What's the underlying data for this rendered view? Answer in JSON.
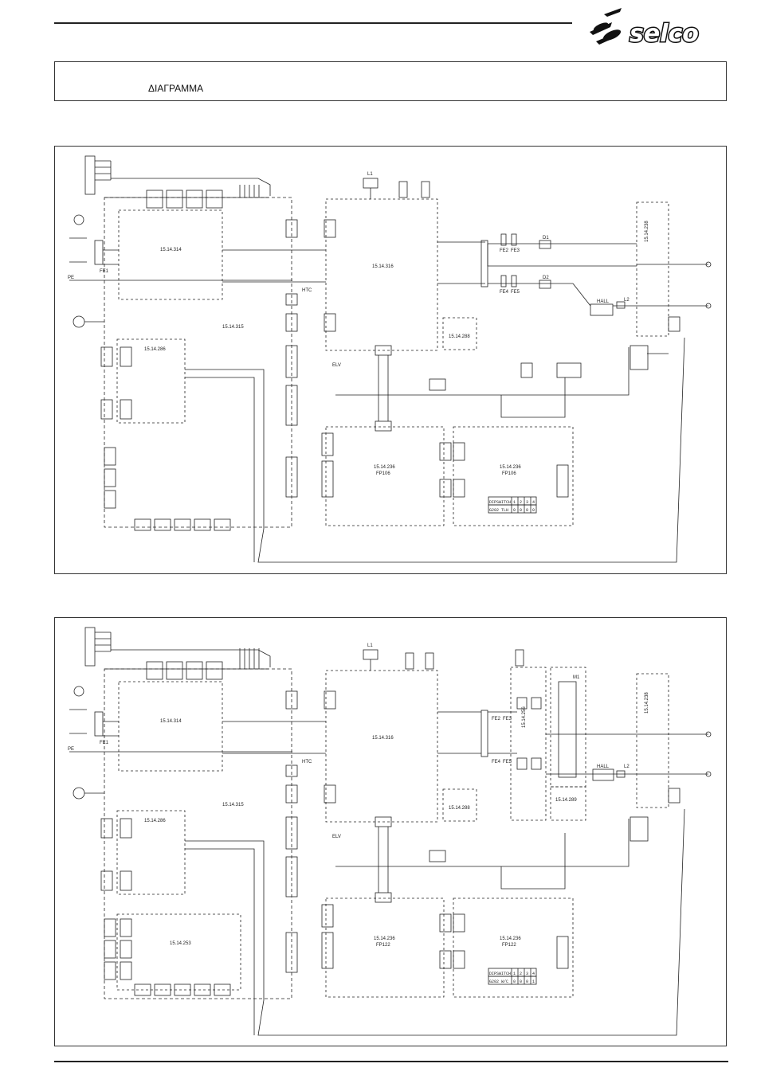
{
  "header": {
    "logo_text": "selco",
    "title": "ΔΙΑΓΡΑΜΜΑ"
  },
  "diagrams": [
    {
      "boards": {
        "b314": "15.14.314",
        "b315": "15.14.315",
        "b316": "15.14.316",
        "b286": "15.14.286",
        "b288": "15.14.288",
        "b238": "15.14.238",
        "b236_left": "15.14.236",
        "b236_left_sub": "FP106",
        "b236_right": "15.14.236",
        "b236_right_sub": "FP106"
      },
      "components": {
        "hall": "HALL",
        "elv": "ELV",
        "pe": "PE",
        "htc": "HTC",
        "l1": "L1",
        "l2": "L2",
        "fe1": "FE1",
        "d1": "D1",
        "d2": "D2",
        "fe2": "FE2",
        "fe3": "FE3",
        "fe4": "FE4",
        "fe5": "FE5"
      },
      "dipswitch": {
        "header": [
          "DIPSWITCH",
          "1",
          "2",
          "3",
          "4"
        ],
        "row": [
          "G202 TLH",
          "0",
          "0",
          "0",
          "0"
        ]
      }
    },
    {
      "boards": {
        "b314": "15.14.314",
        "b315": "15.14.315",
        "b316": "15.14.316",
        "b286": "15.14.286",
        "b288": "15.14.288",
        "b238": "15.14.238",
        "b253": "15.14.253",
        "b256": "15.14.256",
        "b289": "15.14.289",
        "b236_left": "15.14.236",
        "b236_left_sub": "FP122",
        "b236_right": "15.14.236",
        "b236_right_sub": "FP122"
      },
      "components": {
        "hall": "HALL",
        "elv": "ELV",
        "pe": "PE",
        "htc": "HTC",
        "l1": "L1",
        "l2": "L2",
        "fe1": "FE1",
        "m1": "M1",
        "fe2": "FE2",
        "fe3": "FE3",
        "fe4": "FE4",
        "fe5": "FE5"
      },
      "dipswitch": {
        "header": [
          "DIPSWITCH",
          "1",
          "2",
          "3",
          "4"
        ],
        "row": [
          "G202 W/C",
          "0",
          "0",
          "0",
          "1"
        ]
      }
    }
  ]
}
